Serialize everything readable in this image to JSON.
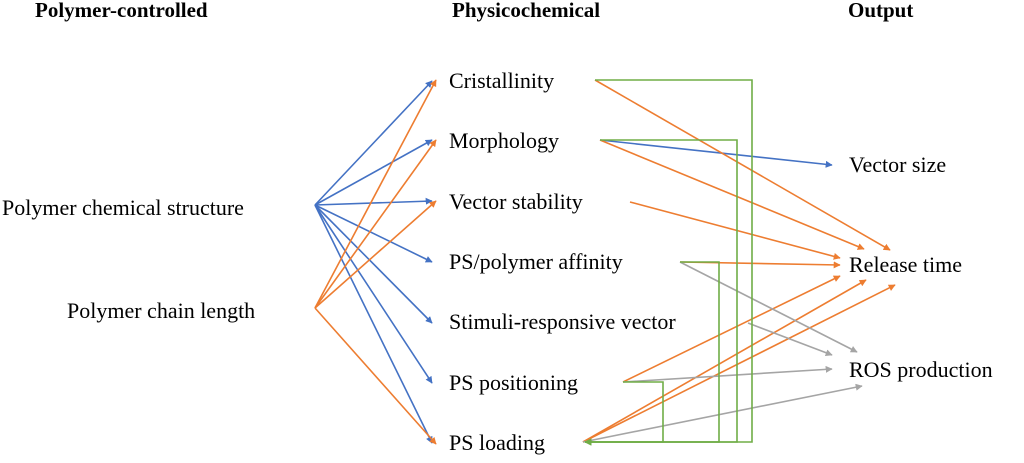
{
  "headers": {
    "left": "Polymer-controlled",
    "middle": "Physicochemical",
    "right": "Output"
  },
  "nodes": {
    "sources": [
      {
        "id": "chem",
        "label": "Polymer chemical structure"
      },
      {
        "id": "chain",
        "label": "Polymer chain length"
      }
    ],
    "physicochemical": [
      {
        "id": "crist",
        "label": "Cristallinity"
      },
      {
        "id": "morph",
        "label": "Morphology"
      },
      {
        "id": "stab",
        "label": "Vector stability"
      },
      {
        "id": "aff",
        "label": "PS/polymer affinity"
      },
      {
        "id": "stim",
        "label": "Stimuli-responsive vector"
      },
      {
        "id": "pos",
        "label": "PS positioning"
      },
      {
        "id": "load",
        "label": "PS loading"
      }
    ],
    "outputs": [
      {
        "id": "size",
        "label": "Vector size"
      },
      {
        "id": "rel",
        "label": "Release time"
      },
      {
        "id": "ros",
        "label": "ROS production"
      }
    ]
  },
  "colors": {
    "blue": "#4472c4",
    "orange": "#ed7d31",
    "gray": "#a5a5a5",
    "green": "#70ad47"
  },
  "edges": [
    {
      "from": "chem",
      "to": "crist",
      "color": "blue"
    },
    {
      "from": "chem",
      "to": "morph",
      "color": "blue"
    },
    {
      "from": "chem",
      "to": "stab",
      "color": "blue"
    },
    {
      "from": "chem",
      "to": "aff",
      "color": "blue"
    },
    {
      "from": "chem",
      "to": "stim",
      "color": "blue"
    },
    {
      "from": "chem",
      "to": "pos",
      "color": "blue"
    },
    {
      "from": "chem",
      "to": "load",
      "color": "blue"
    },
    {
      "from": "chain",
      "to": "crist",
      "color": "orange"
    },
    {
      "from": "chain",
      "to": "morph",
      "color": "orange"
    },
    {
      "from": "chain",
      "to": "stab",
      "color": "orange"
    },
    {
      "from": "chain",
      "to": "load",
      "color": "orange"
    },
    {
      "from": "morph",
      "to": "size",
      "color": "blue"
    },
    {
      "from": "crist",
      "to": "rel",
      "color": "orange"
    },
    {
      "from": "morph",
      "to": "rel",
      "color": "orange"
    },
    {
      "from": "stab",
      "to": "rel",
      "color": "orange"
    },
    {
      "from": "aff",
      "to": "rel",
      "color": "orange"
    },
    {
      "from": "pos",
      "to": "rel",
      "color": "orange"
    },
    {
      "from": "load",
      "to": "rel",
      "color": "orange"
    },
    {
      "from": "stim",
      "to": "rel",
      "color": "orange"
    },
    {
      "from": "aff",
      "to": "ros",
      "color": "gray"
    },
    {
      "from": "stim",
      "to": "ros",
      "color": "gray"
    },
    {
      "from": "pos",
      "to": "ros",
      "color": "gray"
    },
    {
      "from": "load",
      "to": "ros",
      "color": "gray"
    },
    {
      "from": "crist",
      "to": "load",
      "color": "green",
      "kind": "feedback"
    },
    {
      "from": "morph",
      "to": "load",
      "color": "green",
      "kind": "feedback"
    },
    {
      "from": "aff",
      "to": "load",
      "color": "green",
      "kind": "feedback"
    },
    {
      "from": "pos",
      "to": "load",
      "color": "green",
      "kind": "feedback"
    }
  ]
}
